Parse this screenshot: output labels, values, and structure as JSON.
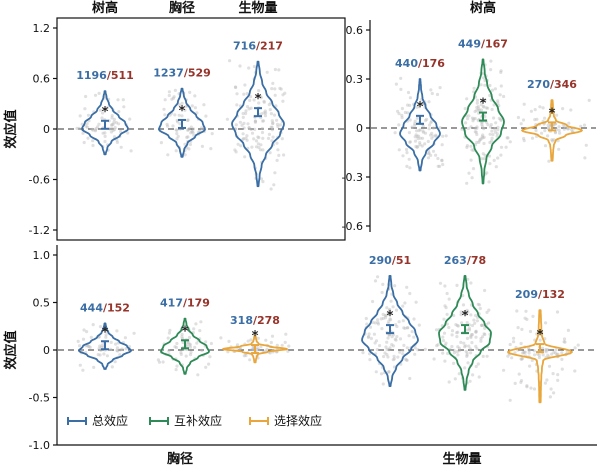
{
  "figure": {
    "background": "#ffffff",
    "count_colors": {
      "left": "#3A6EA5",
      "right": "#96342B"
    },
    "scatter_color": "#BBBBBB",
    "axis_color": "#111111"
  },
  "chart_data": {
    "type": "violin",
    "series_legend": [
      {
        "key": "total",
        "label": "总效应",
        "color": "#3A6EA5"
      },
      {
        "key": "complementary",
        "label": "互补效应",
        "color": "#2E8B57"
      },
      {
        "key": "selection",
        "label": "选择效应",
        "color": "#E8A63C"
      }
    ],
    "panels": [
      {
        "id": "top-left",
        "boxed": true,
        "ylabel": "效应值",
        "ylim": [
          -1.2,
          1.2
        ],
        "ytick_values": [
          1.2,
          0.6,
          0,
          -0.6,
          -1.2
        ],
        "ytick_labels": [
          "1.2",
          "0.6",
          "0",
          "-0.6",
          "-1.2"
        ],
        "top_labels": [
          "树高",
          "胸径",
          "生物量"
        ],
        "zero_line": true,
        "violins": [
          {
            "category": "树高",
            "series": "total",
            "counts": [
              1196,
              511
            ],
            "mean": 0.05,
            "ymin": -0.3,
            "ymax": 0.45,
            "hw": 23,
            "profile": [
              0.03,
              0.1,
              0.28,
              0.65,
              1.0,
              0.88,
              0.6,
              0.34,
              0.17,
              0.07,
              0.02
            ]
          },
          {
            "category": "胸径",
            "series": "total",
            "counts": [
              1237,
              529
            ],
            "mean": 0.06,
            "ymin": -0.33,
            "ymax": 0.48,
            "hw": 23,
            "profile": [
              0.03,
              0.09,
              0.24,
              0.58,
              1.0,
              0.9,
              0.62,
              0.36,
              0.18,
              0.08,
              0.02
            ]
          },
          {
            "category": "生物量",
            "series": "total",
            "counts": [
              716,
              217
            ],
            "mean": 0.2,
            "ymin": -0.68,
            "ymax": 0.8,
            "hw": 26,
            "profile": [
              0.02,
              0.06,
              0.14,
              0.3,
              0.55,
              0.85,
              1.0,
              0.8,
              0.55,
              0.32,
              0.16,
              0.07,
              0.02
            ]
          }
        ]
      },
      {
        "id": "top-right",
        "boxed": false,
        "title": "树高",
        "ylim": [
          -0.6,
          0.6
        ],
        "ytick_values": [
          0.6,
          0.3,
          0,
          -0.3,
          -0.6
        ],
        "ytick_labels": [
          "0.6",
          "0.3",
          "0",
          "-0.3",
          "-0.6"
        ],
        "zero_line": true,
        "violins": [
          {
            "category": "树高",
            "series": "total",
            "counts": [
              440,
              176
            ],
            "mean": 0.05,
            "ymin": -0.26,
            "ymax": 0.3,
            "hw": 20,
            "profile": [
              0.03,
              0.1,
              0.3,
              0.7,
              1.0,
              0.82,
              0.52,
              0.28,
              0.12,
              0.05,
              0.02
            ]
          },
          {
            "category": "树高",
            "series": "complementary",
            "counts": [
              449,
              167
            ],
            "mean": 0.07,
            "ymin": -0.34,
            "ymax": 0.42,
            "hw": 21,
            "profile": [
              0.02,
              0.06,
              0.16,
              0.42,
              0.85,
              1.0,
              0.72,
              0.42,
              0.2,
              0.08,
              0.02
            ]
          },
          {
            "category": "树高",
            "series": "selection",
            "counts": [
              270,
              346
            ],
            "mean": 0.01,
            "ymin": -0.2,
            "ymax": 0.17,
            "hw": 30,
            "profile": [
              0.02,
              0.03,
              0.04,
              0.06,
              0.12,
              0.45,
              1.0,
              0.5,
              0.13,
              0.06,
              0.04,
              0.03,
              0.02
            ]
          }
        ]
      },
      {
        "id": "bottom",
        "boxed": false,
        "ylabel": "效应值",
        "ylim": [
          -1.0,
          1.0
        ],
        "ytick_values": [
          1.0,
          0.5,
          0,
          -0.5,
          -1.0
        ],
        "ytick_labels": [
          "1.0",
          "0.5",
          "0",
          "-0.5",
          "-1.0"
        ],
        "xlabels": [
          "胸径",
          "生物量"
        ],
        "zero_line": true,
        "show_legend": true,
        "violins": [
          {
            "category": "胸径",
            "series": "total",
            "counts": [
              444,
              152
            ],
            "mean": 0.05,
            "ymin": -0.2,
            "ymax": 0.28,
            "hw": 26,
            "profile": [
              0.03,
              0.1,
              0.3,
              0.68,
              1.0,
              0.85,
              0.55,
              0.3,
              0.13,
              0.05,
              0.02
            ]
          },
          {
            "category": "胸径",
            "series": "complementary",
            "counts": [
              417,
              179
            ],
            "mean": 0.06,
            "ymin": -0.25,
            "ymax": 0.33,
            "hw": 24,
            "profile": [
              0.03,
              0.08,
              0.22,
              0.55,
              1.0,
              0.9,
              0.6,
              0.33,
              0.15,
              0.06,
              0.02
            ]
          },
          {
            "category": "胸径",
            "series": "selection",
            "counts": [
              318,
              278
            ],
            "mean": 0.01,
            "ymin": -0.13,
            "ymax": 0.15,
            "hw": 32,
            "profile": [
              0.02,
              0.03,
              0.05,
              0.09,
              0.4,
              1.0,
              0.45,
              0.11,
              0.05,
              0.03,
              0.02
            ]
          },
          {
            "category": "生物量",
            "series": "total",
            "counts": [
              290,
              51
            ],
            "mean": 0.22,
            "ymin": -0.38,
            "ymax": 0.78,
            "hw": 28,
            "profile": [
              0.02,
              0.08,
              0.22,
              0.45,
              0.75,
              1.0,
              0.9,
              0.68,
              0.45,
              0.26,
              0.12,
              0.05,
              0.02
            ]
          },
          {
            "category": "生物量",
            "series": "complementary",
            "counts": [
              263,
              78
            ],
            "mean": 0.22,
            "ymin": -0.42,
            "ymax": 0.78,
            "hw": 26,
            "profile": [
              0.02,
              0.06,
              0.14,
              0.3,
              0.6,
              0.95,
              1.0,
              0.75,
              0.5,
              0.3,
              0.15,
              0.06,
              0.02
            ]
          },
          {
            "category": "生物量",
            "series": "selection",
            "counts": [
              209,
              132
            ],
            "mean": 0.02,
            "ymin": -0.55,
            "ymax": 0.42,
            "hw": 32,
            "profile": [
              0.02,
              0.025,
              0.03,
              0.04,
              0.06,
              0.1,
              1.0,
              0.14,
              0.06,
              0.04,
              0.03,
              0.02
            ]
          }
        ]
      }
    ]
  }
}
